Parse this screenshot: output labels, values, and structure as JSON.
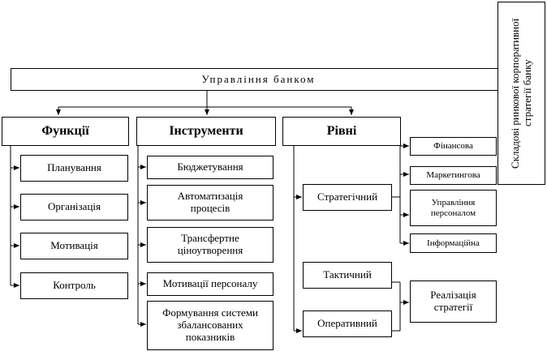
{
  "title": "Управління банком",
  "side_label": "Складові ринкової корпоративної стратегії банку",
  "columns": {
    "functions": {
      "header": "Функції",
      "items": [
        "Планування",
        "Організація",
        "Мотивація",
        "Контроль"
      ]
    },
    "instruments": {
      "header": "Інструменти",
      "items": [
        "Бюджетування",
        "Автоматизація процесів",
        "Трансфертне ціноутворення",
        "Мотивації персоналу",
        "Формування системи збалансованих показників"
      ]
    },
    "levels": {
      "header": "Рівні",
      "items": [
        "Стратегічний",
        "Тактичний",
        "Оперативний"
      ]
    }
  },
  "strategic_subs": [
    "Фінансова",
    "Маркетингова",
    "Управління персоналом",
    "Інформаційна"
  ],
  "realization": "Реалізація стратегії"
}
